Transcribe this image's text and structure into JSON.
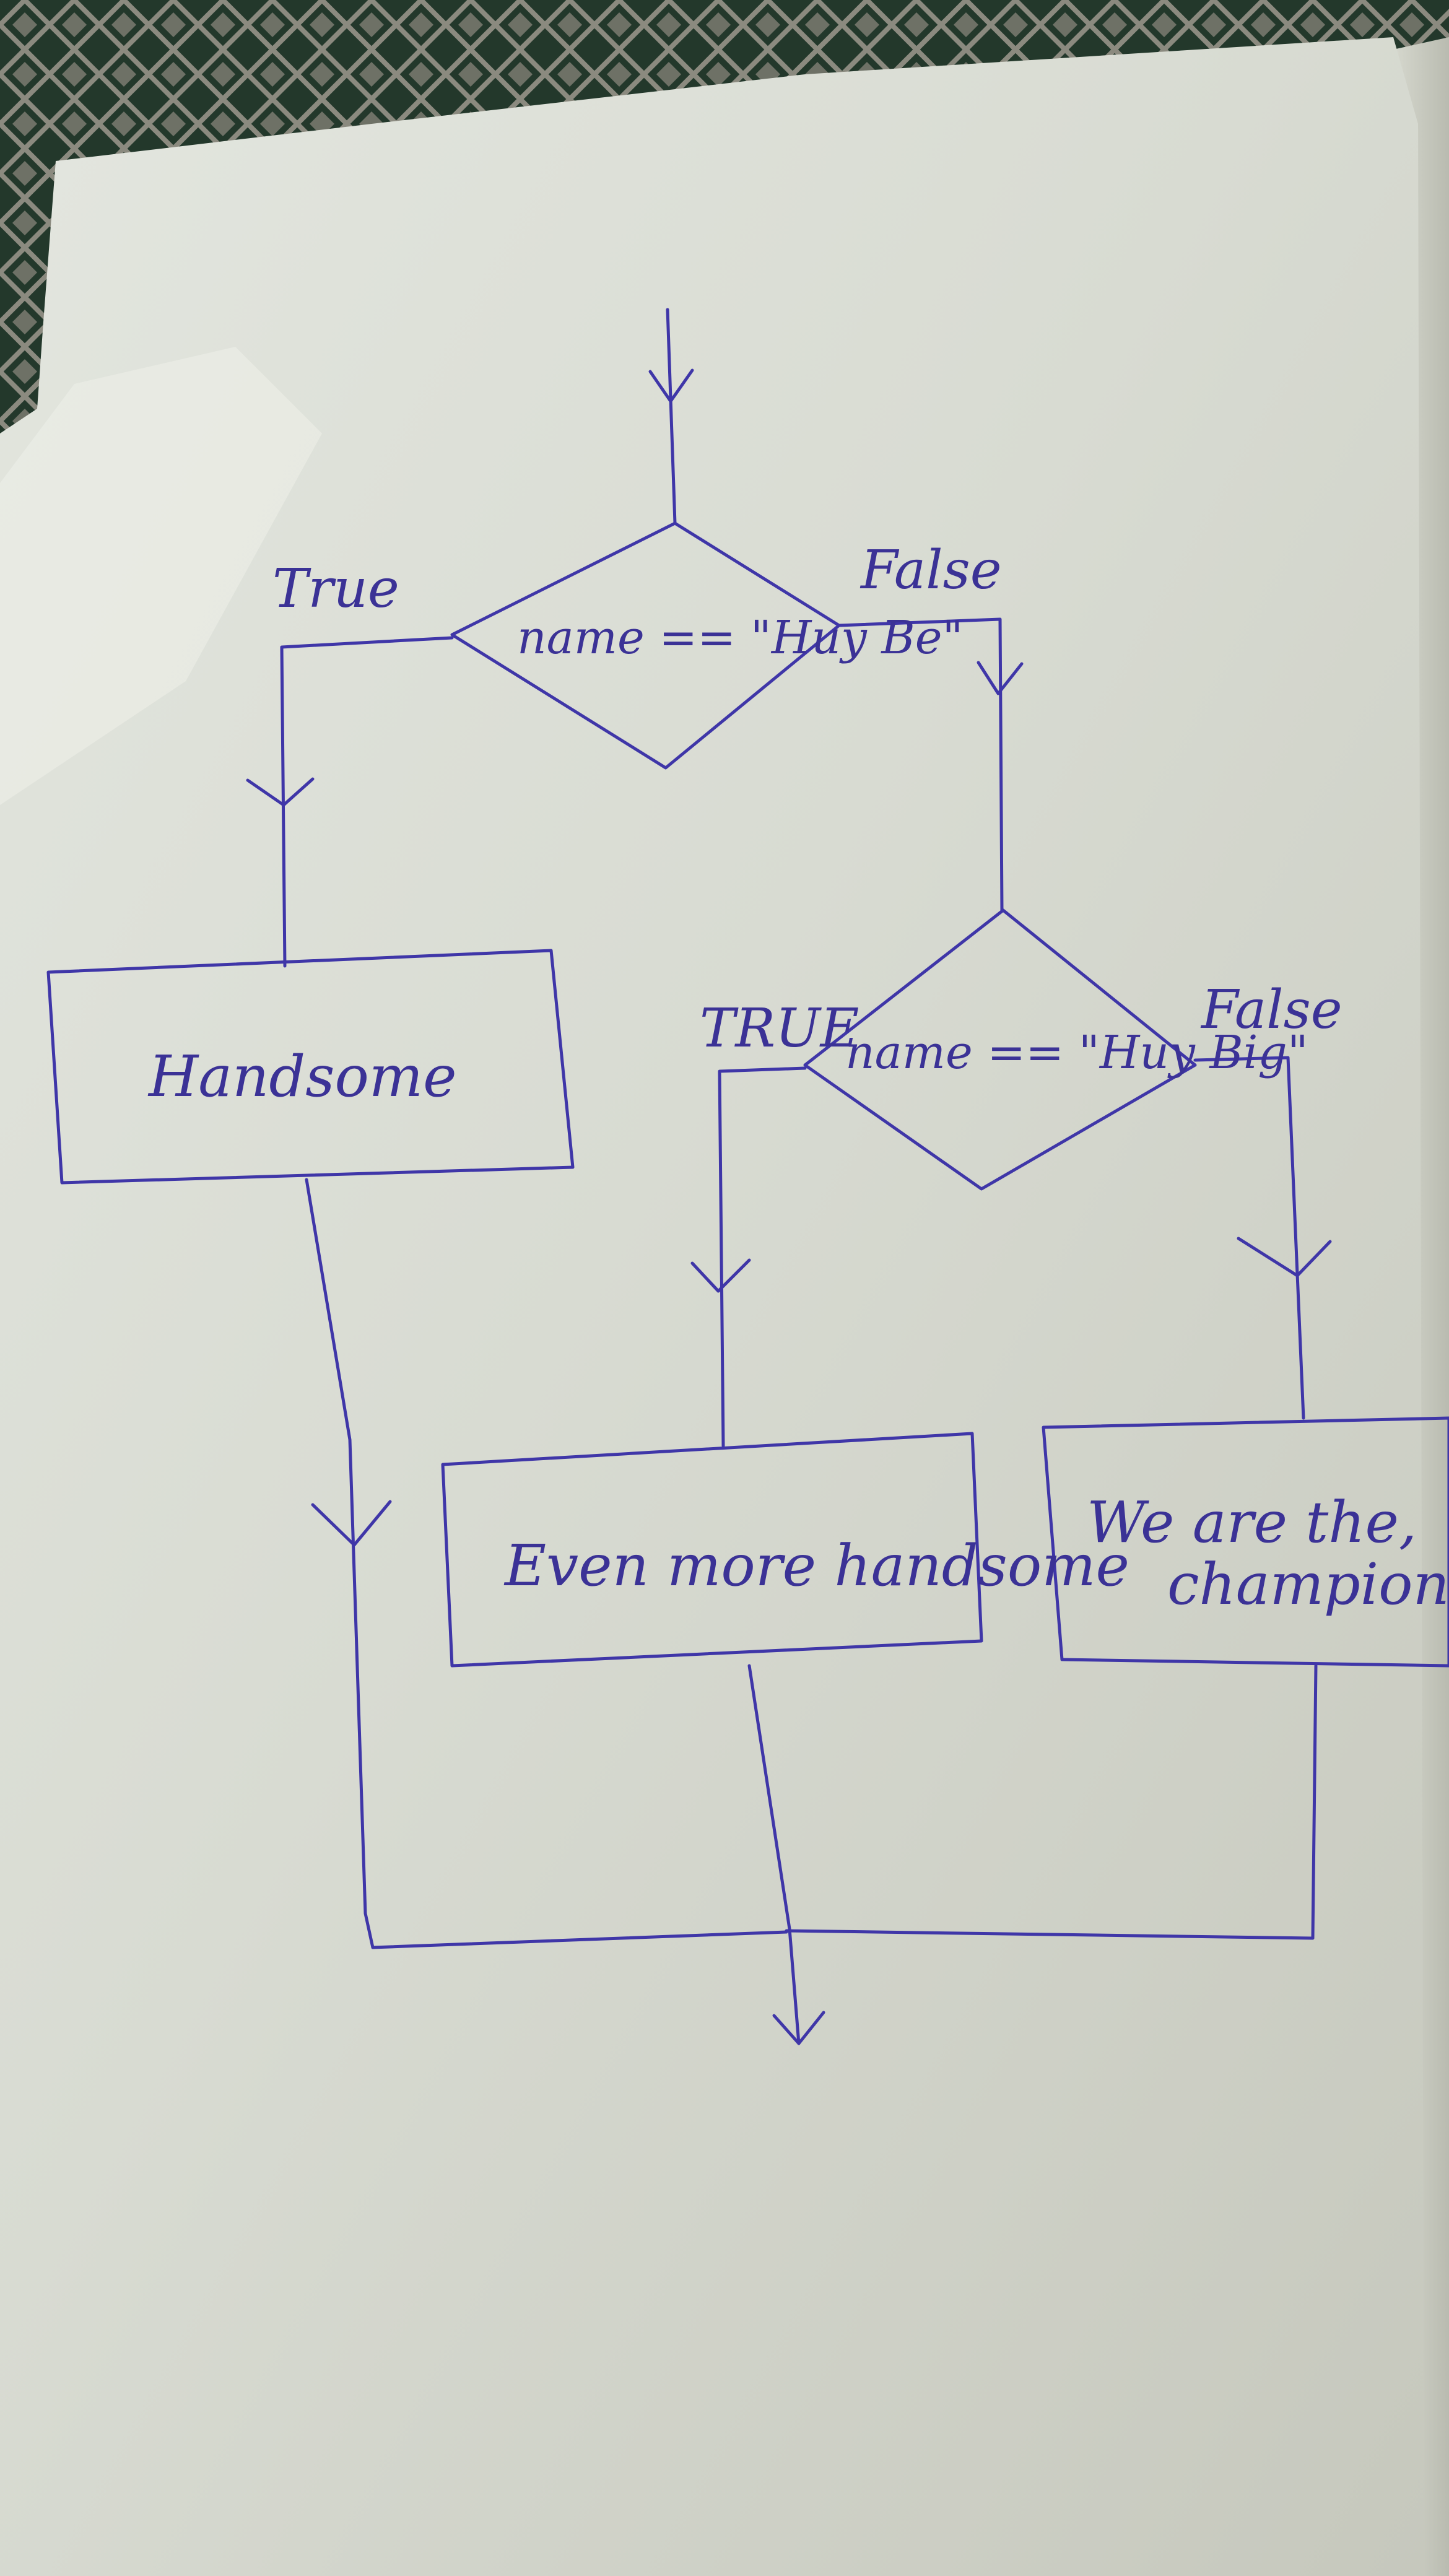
{
  "diagram": {
    "decisions": [
      {
        "id": "d1",
        "text": "name == \"Huy Be\""
      },
      {
        "id": "d2",
        "text": "name == \"Huy Big\""
      }
    ],
    "processes": [
      {
        "id": "p1",
        "text": "Handsome"
      },
      {
        "id": "p2",
        "text": "Even more handsome"
      },
      {
        "id": "p3",
        "lines": [
          "We are the,",
          "champions"
        ]
      }
    ],
    "edge_labels": {
      "d1_true": "True",
      "d1_false": "False",
      "d2_true": "TRUE",
      "d2_false": "False"
    },
    "edges": [
      {
        "from": "start",
        "to": "d1"
      },
      {
        "from": "d1",
        "to": "p1",
        "label": "True"
      },
      {
        "from": "d1",
        "to": "d2",
        "label": "False"
      },
      {
        "from": "d2",
        "to": "p2",
        "label": "TRUE"
      },
      {
        "from": "d2",
        "to": "p3",
        "label": "False"
      },
      {
        "from": "p1",
        "to": "end"
      },
      {
        "from": "p2",
        "to": "end"
      },
      {
        "from": "p3",
        "to": "end"
      }
    ]
  },
  "colors": {
    "ink": "#3f36a8",
    "paper": "#d9dcd3",
    "fabric": "#1f3b2b"
  }
}
